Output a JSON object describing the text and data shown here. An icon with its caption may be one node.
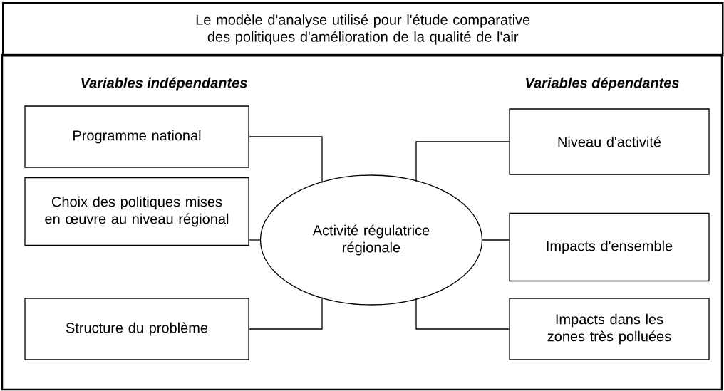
{
  "diagram": {
    "title": "Le modèle d'analyse utilisé pour l'étude comparative des politiques d'amélioration de la qualité de l'air",
    "nodes": [
      {
        "text": [
          "Programme national"
        ]
      },
      {
        "text": [
          "Choix des politiques mises en œuvre au niveau régional"
        ]
      },
      {
        "text": [
          "Structure du problème"
        ]
      },
      {
        "text": [
          "Activité régulatrice régionale"
        ]
      },
      {
        "text": [
          "Niveau d'activité"
        ]
      },
      {
        "text": [
          "Impacts d'ensemble"
        ]
      },
      {
        "text": [
          "Impacts dans les zones très polluées"
        ]
      }
    ],
    "edges": [
      {
        "from": 0,
        "to": 3,
        "arrow": "none"
      },
      {
        "from": 1,
        "to": 3,
        "arrow": "none"
      },
      {
        "from": 2,
        "to": 3,
        "arrow": "none"
      },
      {
        "from": 3,
        "to": 4,
        "arrow": "none"
      },
      {
        "from": 3,
        "to": 5,
        "arrow": "none"
      },
      {
        "from": 3,
        "to": 6,
        "arrow": "none"
      }
    ],
    "labels": [
      "Variables indépendantes",
      "Variables dépendantes"
    ]
  }
}
